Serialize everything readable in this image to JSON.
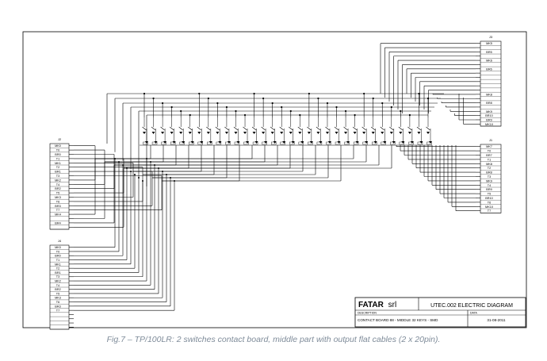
{
  "title_block": {
    "company_bold": "FATAR",
    "company_suffix": "srl",
    "project": "UTEC.002 ELECTRIC DIAGRAM",
    "description_label": "DESCRIPTION",
    "description": "CONTACT BOARD 88 - MIDDLE 32 KEYS - SMD",
    "date_label": "DATA",
    "date": "31-08-2011"
  },
  "caption": "Fig.7 – TP/100LR: 2 switches contact board, middle part with output flat cables (2 x 20pin).",
  "connectors": [
    {
      "id": "J2",
      "label": "J2",
      "side": "left",
      "pins": [
        "MK0",
        "T0",
        "BR0",
        "T1",
        "MK1",
        "T2",
        "BR1",
        "T3",
        "MK2",
        "T4",
        "BR2",
        "T5",
        "MK3",
        "T6",
        "BR3",
        "T7",
        "MK4",
        "",
        "BR4",
        ""
      ]
    },
    {
      "id": "J4",
      "label": "J4",
      "side": "left",
      "pins": [
        "MK0",
        "T0",
        "BR0",
        "T1",
        "MK1",
        "T2",
        "BR1",
        "T3",
        "MK2",
        "T4",
        "BR2",
        "T5",
        "MK3",
        "T6",
        "BR3",
        "T7",
        "",
        "",
        "",
        ""
      ]
    },
    {
      "id": "J3",
      "label": "J3",
      "side": "right",
      "pins": [
        "MK5",
        "",
        "BR5",
        "",
        "MK6",
        "",
        "BR6",
        "",
        "",
        "",
        "",
        "",
        "MK8",
        "",
        "BR8",
        "",
        "MK9",
        "BR10",
        "BR9",
        "MK10"
      ]
    },
    {
      "id": "J1",
      "label": "J1",
      "side": "right",
      "pins": [
        "MK7",
        "T0",
        "BR7",
        "T1",
        "MK8",
        "T2",
        "BR8",
        "T3",
        "MK9",
        "T4",
        "BR9",
        "T5",
        "BR10",
        "T6",
        "MK10",
        "T7"
      ]
    }
  ]
}
